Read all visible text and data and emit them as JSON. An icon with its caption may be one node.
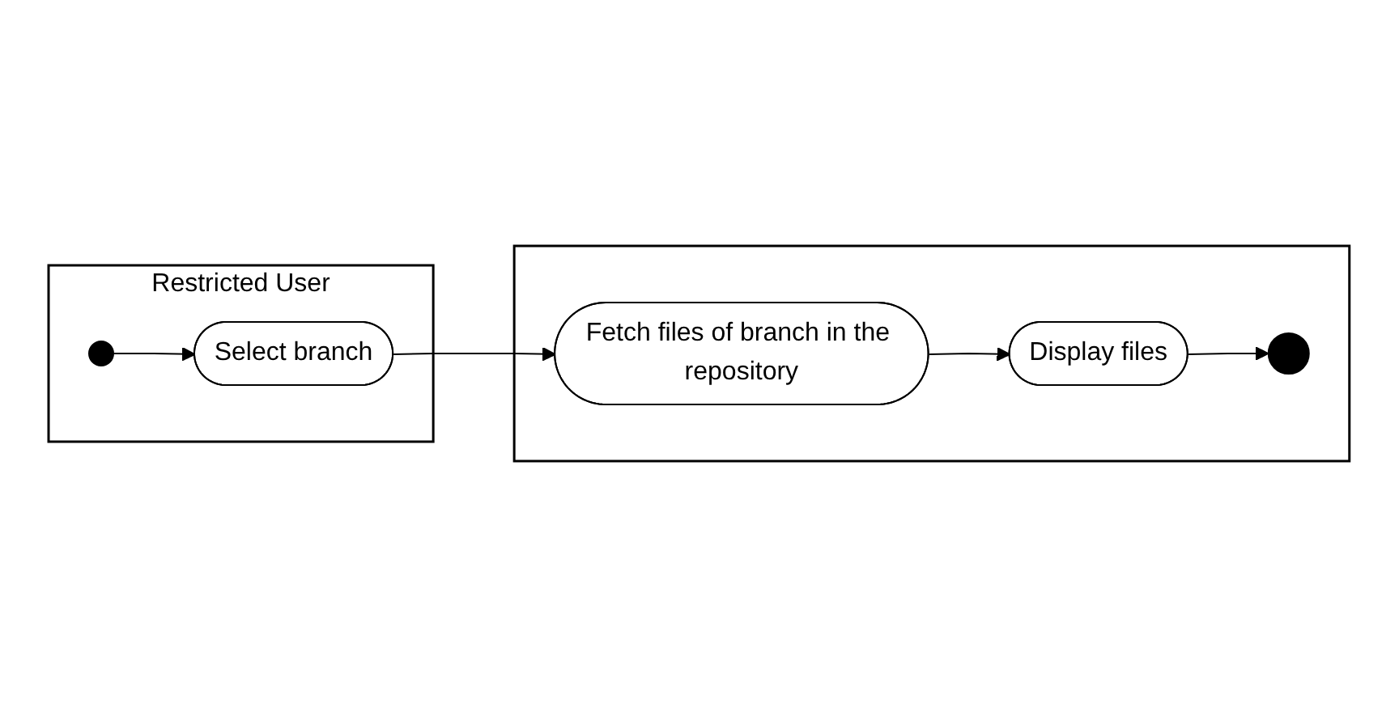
{
  "diagram": {
    "nodes": [
      {
        "text": [
          "Restricted User"
        ]
      },
      {
        "text": [],
        "shape": "circle",
        "in": 0
      },
      {
        "text": [
          "Select branch"
        ],
        "in": 0
      },
      {
        "text": [],
        "shape": "box"
      },
      {
        "text": [
          "Fetch files of branch in the repository"
        ],
        "in": 3
      },
      {
        "text": [
          "Display files"
        ],
        "in": 3
      },
      {
        "text": [],
        "shape": "circle",
        "in": 3
      }
    ],
    "edges": [
      {
        "from": 1,
        "to": 2,
        "arrow": "to"
      },
      {
        "from": 2,
        "to": 4,
        "arrow": "to"
      },
      {
        "from": 4,
        "to": 5,
        "arrow": "to"
      },
      {
        "from": 5,
        "to": 6,
        "arrow": "to"
      }
    ]
  }
}
